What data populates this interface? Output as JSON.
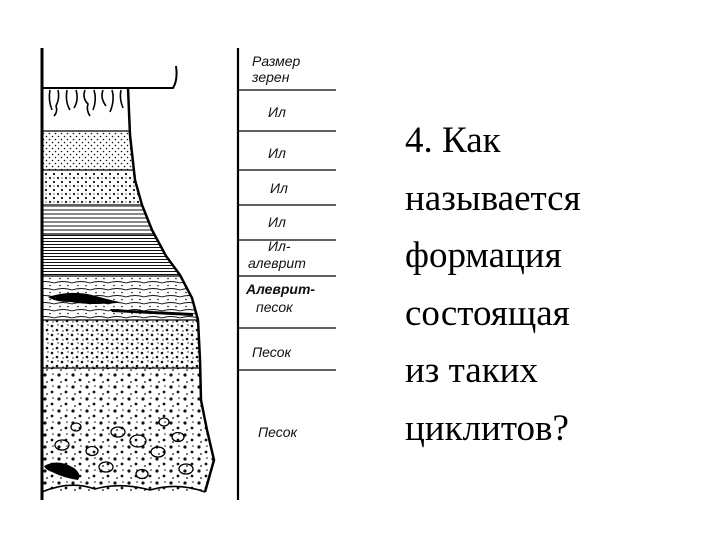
{
  "diagram": {
    "header_label_line1": "Размер",
    "header_label_line2": "зерен",
    "layers": [
      {
        "label_line1": "Ил",
        "label_line2": ""
      },
      {
        "label_line1": "Ил",
        "label_line2": ""
      },
      {
        "label_line1": "Ил",
        "label_line2": ""
      },
      {
        "label_line1": "Ил",
        "label_line2": ""
      },
      {
        "label_line1": "Ил-",
        "label_line2": "алеврит"
      },
      {
        "label_line1": "Алеврит-",
        "label_line2": "песок"
      },
      {
        "label_line1": "Песок",
        "label_line2": ""
      },
      {
        "label_line1": "Песок",
        "label_line2": ""
      }
    ]
  },
  "question": {
    "lines": [
      "4. Как",
      "называется",
      "формация",
      "состоящая",
      "из таких",
      "циклитов?"
    ]
  }
}
